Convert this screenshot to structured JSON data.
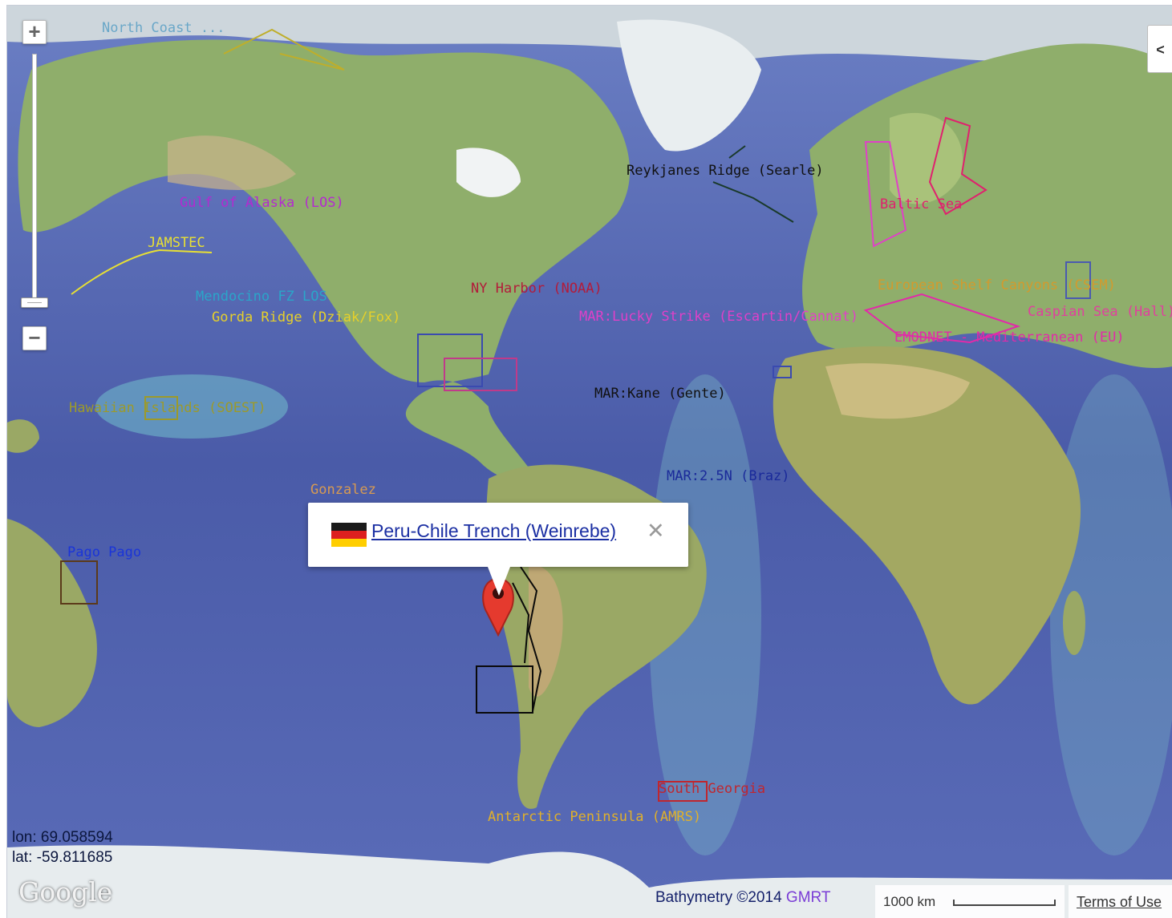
{
  "map": {
    "zoom_in_label": "+",
    "zoom_out_label": "−",
    "panel_toggle_label": "<",
    "labels": [
      {
        "text": "North Coast ...",
        "color": "#6aa7c8"
      },
      {
        "text": "Gulf of Alaska (LOS)",
        "color": "#b42ad0"
      },
      {
        "text": "JAMSTEC",
        "color": "#e8e033"
      },
      {
        "text": "Mendocino FZ LOS",
        "color": "#2aa6c9"
      },
      {
        "text": "Gorda Ridge (Dziak/Fox)",
        "color": "#e6d02a"
      },
      {
        "text": "NY Harbor (NOAA)",
        "color": "#b31b3a"
      },
      {
        "text": "MAR:Lucky Strike (Escartin/Cannat)",
        "color": "#e040c8"
      },
      {
        "text": "Reykjanes Ridge (Searle)",
        "color": "#111111"
      },
      {
        "text": "Baltic Sea",
        "color": "#e0206e"
      },
      {
        "text": "European Shelf Canyons (CSEM)",
        "color": "#d39a2d"
      },
      {
        "text": "Caspian Sea (Hall)",
        "color": "#e0409e"
      },
      {
        "text": "EMODNET - Mediterranean (EU)",
        "color": "#e22aa9"
      },
      {
        "text": "MAR:Kane (Gente)",
        "color": "#111111"
      },
      {
        "text": "MAR:2.5N (Braz)",
        "color": "#1a2a9a"
      },
      {
        "text": "Hawaiian Islands (SOEST)",
        "color": "#9c9a2a"
      },
      {
        "text": "Gonzalez",
        "color": "#d79a52"
      },
      {
        "text": "Pago Pago",
        "color": "#1a34d8"
      },
      {
        "text": "South Georgia",
        "color": "#c0262e"
      },
      {
        "text": "Antarctic Peninsula (AMRS)",
        "color": "#e0b02a"
      }
    ],
    "icons": {
      "marker": "map-pin-icon",
      "close": "close-icon",
      "flag": "germany-flag-icon"
    }
  },
  "popup": {
    "title": "Peru-Chile Trench (Weinrebe)",
    "close_label": "✕",
    "flag_colors": [
      "#1a1a1a",
      "#dd1f1f",
      "#ffce00"
    ]
  },
  "coords": {
    "lon": "lon: 69.058594",
    "lat": "lat: -59.811685"
  },
  "footer": {
    "google_logo": "Google",
    "attribution_prefix": "Bathymetry ©2014 ",
    "attribution_link": "GMRT",
    "scale_label": "1000 km",
    "terms_label": "Terms of Use"
  }
}
